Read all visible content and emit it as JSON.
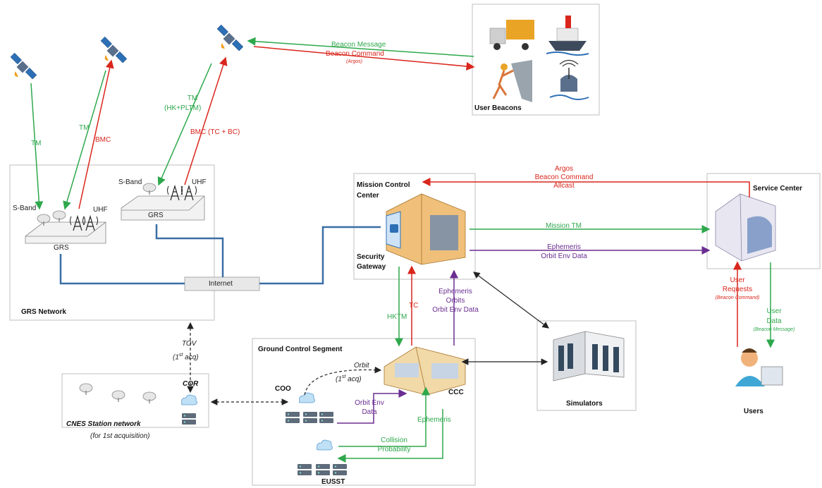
{
  "boxes": {
    "user_beacons": "User Beacons",
    "grs_network": "GRS Network",
    "mission_control_center": [
      "Mission Control",
      "Center"
    ],
    "security_gateway": [
      "Security",
      "Gateway"
    ],
    "service_center": "Service Center",
    "ground_control_segment": "Ground Control Segment",
    "simulators": "Simulators",
    "cnes_station_network": "CNES Station network",
    "cnes_note": "(for 1st acquisition)",
    "users": "Users"
  },
  "nodes": {
    "grs_left": "GRS",
    "grs_right": "GRS",
    "internet": "Internet",
    "s_band_left": "S-Band",
    "s_band_right": "S-Band",
    "uhf_left": "UHF",
    "uhf_right": "UHF",
    "coo": "COO",
    "ccc": "CCC",
    "eusst": "EUSST",
    "cor": "COR"
  },
  "flows": {
    "tm_1": "TM",
    "tm_2": "TM",
    "bmc": "BMC",
    "tm_hk": [
      "TM",
      "(HK+PLTM)"
    ],
    "bmc_tc": "BMC (TC + BC)",
    "beacon_message": "Beacon Message",
    "beacon_command": "Beacon Command",
    "beacon_command_note": "(Argos)",
    "argos_allcast": [
      "Argos",
      "Beacon Command",
      "Allcast"
    ],
    "mission_tm": "Mission TM",
    "ephemeris_orbit_env": [
      "Ephemeris",
      "Orbit Env Data"
    ],
    "hktm": "HKTM",
    "tc": "TC",
    "ephemeris_orbits": [
      "Ephemeris",
      "Orbits",
      "Orbit Env Data"
    ],
    "tov": "TOV",
    "first_acq": [
      "(1",
      "st",
      " acq)"
    ],
    "orbit": "Orbit",
    "orbit_acq": [
      "(1",
      "st",
      " acq)"
    ],
    "orbit_env_data": [
      "Orbit Env",
      "Data"
    ],
    "ephemeris": "Ephemeris",
    "collision_probability": [
      "Collision",
      "Probability"
    ],
    "user_requests": [
      "User",
      "Requests"
    ],
    "user_requests_note": "(Beacon Command)",
    "user_data": [
      "User",
      "Data"
    ],
    "user_data_note": "(Beacon Message)"
  },
  "colors": {
    "green": "#2ea84c",
    "red": "#d9261c",
    "purple": "#6a2d91",
    "blue": "#3a6ea5",
    "black": "#222222",
    "box_border": "#bfbfbf"
  },
  "icons": {
    "satellite": "satellite-icon",
    "ground_station": "ground-station-icon",
    "building": "building-icon",
    "server": "server-icon",
    "cloud": "cloud-icon",
    "truck": "truck-icon",
    "ship": "ship-icon",
    "climber": "climber-icon",
    "buoy": "buoy-icon",
    "user": "user-icon",
    "dish": "dish-icon"
  }
}
